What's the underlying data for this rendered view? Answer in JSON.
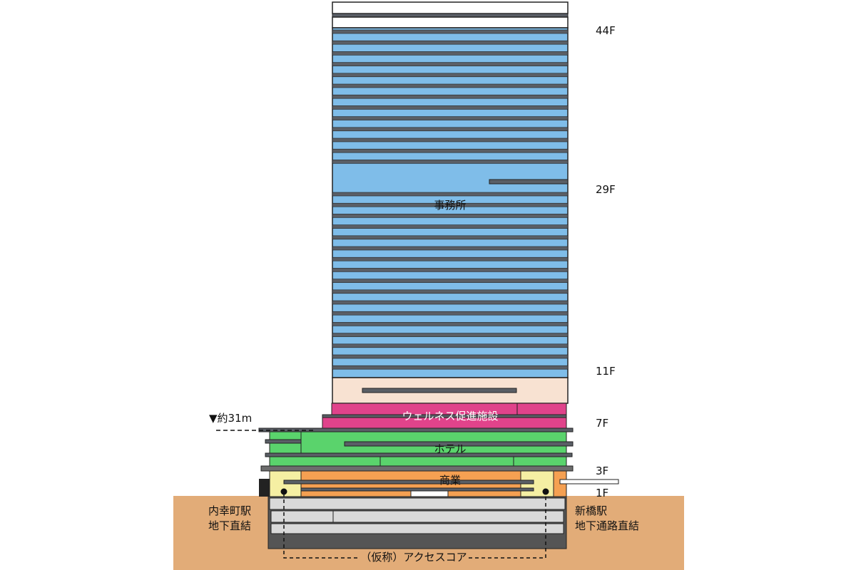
{
  "colors": {
    "office": "#7fbde9",
    "office_slab": "#5a5f66",
    "rooftop": "#ffffff",
    "peach": "#f8e2d2",
    "wellness": "#e0438b",
    "hotel": "#5ad36c",
    "commercial": "#f5a052",
    "core": "#f5efa3",
    "basement": "#d9d9d9",
    "ground": "#e2ac78",
    "slab": "#6d6d6d"
  },
  "floor_labels": {
    "f44": "44F",
    "f29": "29F",
    "f11": "11F",
    "f7": "7F",
    "f3": "3F",
    "f1": "1F"
  },
  "zones": {
    "office": "事務所",
    "wellness": "ウェルネス促進施設",
    "hotel": "ホテル",
    "commercial": "商業"
  },
  "height_marker": "▼約31m",
  "left_station": {
    "line1": "内幸町駅",
    "line2": "地下直結"
  },
  "right_station": {
    "line1": "新橋駅",
    "line2": "地下通路直結"
  },
  "access_core": "（仮称）アクセスコア",
  "icons": {
    "core_marker": "filled-dot-icon"
  }
}
